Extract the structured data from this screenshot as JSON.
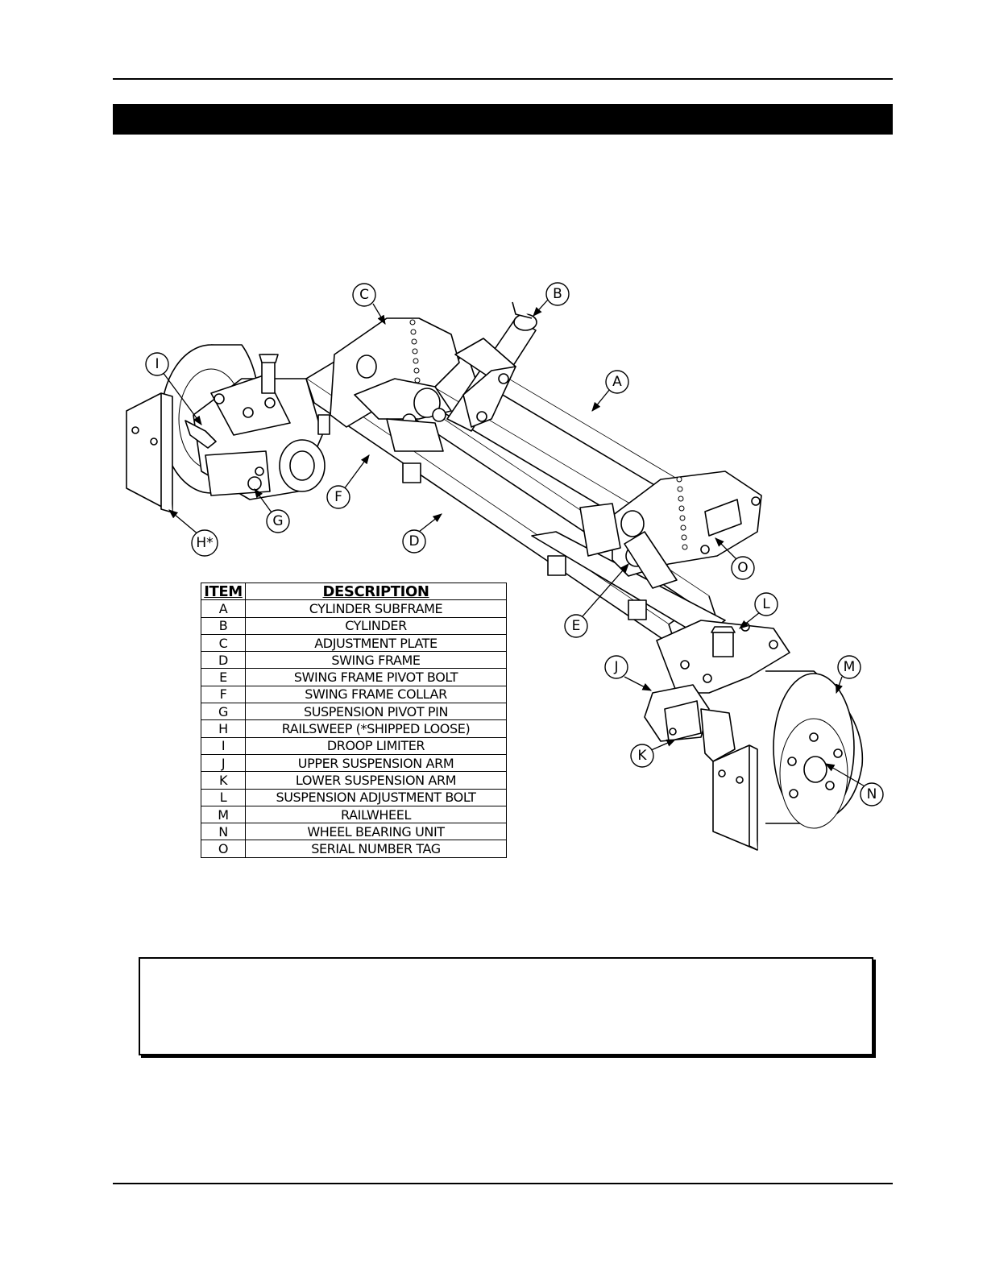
{
  "parts_table": {
    "header_item": "ITEM",
    "header_description": "DESCRIPTION",
    "rows": [
      {
        "item": "A",
        "description": "CYLINDER SUBFRAME"
      },
      {
        "item": "B",
        "description": "CYLINDER"
      },
      {
        "item": "C",
        "description": "ADJUSTMENT PLATE"
      },
      {
        "item": "D",
        "description": "SWING FRAME"
      },
      {
        "item": "E",
        "description": "SWING FRAME PIVOT BOLT"
      },
      {
        "item": "F",
        "description": "SWING FRAME COLLAR"
      },
      {
        "item": "G",
        "description": "SUSPENSION PIVOT PIN"
      },
      {
        "item": "H",
        "description": "RAILSWEEP (*SHIPPED LOOSE)"
      },
      {
        "item": "I",
        "description": "DROOP LIMITER"
      },
      {
        "item": "J",
        "description": "UPPER SUSPENSION ARM"
      },
      {
        "item": "K",
        "description": "LOWER SUSPENSION ARM"
      },
      {
        "item": "L",
        "description": "SUSPENSION ADJUSTMENT BOLT"
      },
      {
        "item": "M",
        "description": "RAILWHEEL"
      },
      {
        "item": "N",
        "description": "WHEEL BEARING UNIT"
      },
      {
        "item": "O",
        "description": "SERIAL NUMBER TAG"
      }
    ]
  },
  "callouts": {
    "a": "A",
    "b": "B",
    "c": "C",
    "d": "D",
    "e": "E",
    "f": "F",
    "g": "G",
    "h": "H*",
    "i": "I",
    "j": "J",
    "k": "K",
    "l": "L",
    "m": "M",
    "n": "N",
    "o": "O"
  }
}
